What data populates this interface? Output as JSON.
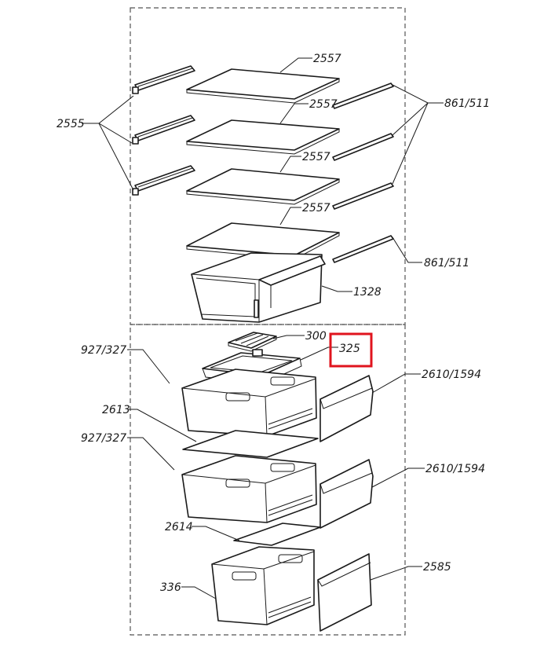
{
  "labels": {
    "shelf_1": "2557",
    "shelf_2": "2557",
    "shelf_3": "2557",
    "shelf_4": "2557",
    "holders": "2555",
    "trim_upper": "861/511",
    "trim_lower": "861/511",
    "crisper_top": "1328",
    "tray_300": "300",
    "tray_325": "325",
    "drawer_1": "927/327",
    "drawer_1_front": "2610/1594",
    "cover_2613": "2613",
    "drawer_2": "927/327",
    "drawer_2_front": "2610/1594",
    "cover_2614": "2614",
    "drawer_3": "336",
    "drawer_3_front": "2585"
  },
  "highlight": {
    "target": "tray_325",
    "color": "#e0141e"
  },
  "colors": {
    "line": "#1a1a1a",
    "highlight": "#e0141e",
    "background": "#ffffff"
  }
}
